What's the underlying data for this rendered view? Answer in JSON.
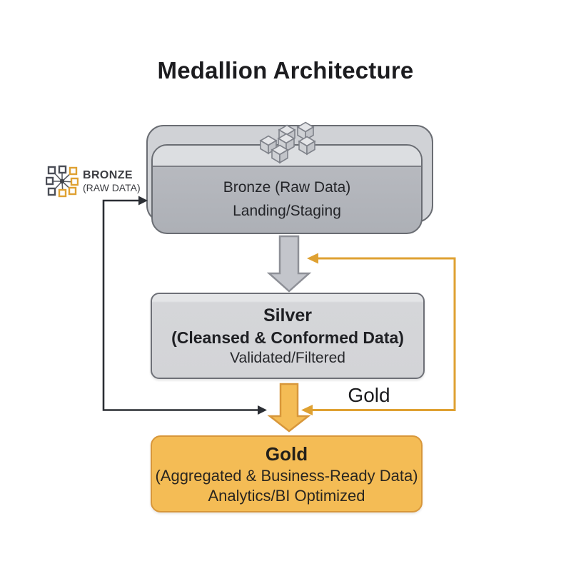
{
  "title": "Medallion Architecture",
  "source_label": {
    "name": "BRONZE",
    "sub": "(RAW DATA)"
  },
  "bronze": {
    "line1": "Bronze (Raw Data)",
    "line2": "Landing/Staging"
  },
  "silver": {
    "title": "Silver",
    "line2": "(Cleansed & Conformed Data)",
    "line3": "Validated/Filtered"
  },
  "gold": {
    "title": "Gold",
    "line2": "(Aggregated & Business-Ready Data)",
    "line3": "Analytics/BI Optimized"
  },
  "flow_label_gold": "Gold",
  "icons": {
    "bronze_source": "network-nodes-icon",
    "bronze_box": "data-cubes-icon"
  },
  "colors": {
    "title_color": "#1c1c1f",
    "bronze_outer_fill": "#d0d2d6",
    "gray_border": "#6a6d73",
    "gold_fill": "#f4bc55",
    "gold_border": "#d8973a",
    "orange_line": "#dfa132",
    "dark_line": "#2b2e34"
  }
}
